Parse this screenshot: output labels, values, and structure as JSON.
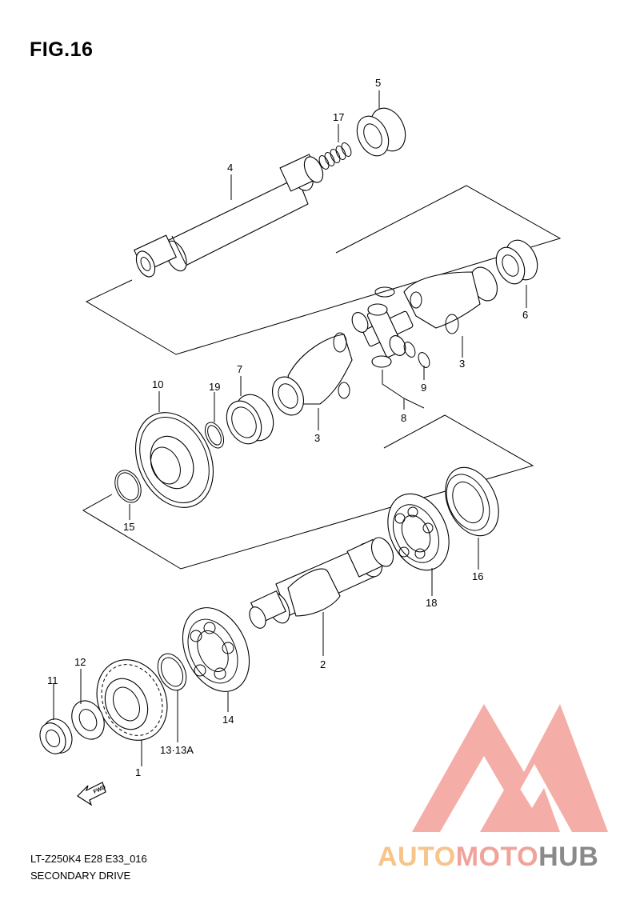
{
  "figure": {
    "title": "FIG.16",
    "model_code": "LT-Z250K4 E28 E33_016",
    "section_name": "SECONDARY DRIVE"
  },
  "fwd_badge": "FWD",
  "callouts": [
    {
      "id": "c1",
      "text": "1"
    },
    {
      "id": "c2",
      "text": "2"
    },
    {
      "id": "c3a",
      "text": "3"
    },
    {
      "id": "c3b",
      "text": "3"
    },
    {
      "id": "c4",
      "text": "4"
    },
    {
      "id": "c5",
      "text": "5"
    },
    {
      "id": "c6",
      "text": "6"
    },
    {
      "id": "c7",
      "text": "7"
    },
    {
      "id": "c8",
      "text": "8"
    },
    {
      "id": "c9",
      "text": "9"
    },
    {
      "id": "c10",
      "text": "10"
    },
    {
      "id": "c11",
      "text": "11"
    },
    {
      "id": "c12",
      "text": "12"
    },
    {
      "id": "c13",
      "text": "13·13A"
    },
    {
      "id": "c14",
      "text": "14"
    },
    {
      "id": "c15",
      "text": "15"
    },
    {
      "id": "c16",
      "text": "16"
    },
    {
      "id": "c17",
      "text": "17"
    },
    {
      "id": "c18",
      "text": "18"
    },
    {
      "id": "c19",
      "text": "19"
    }
  ],
  "watermark": {
    "part1": "AUTO",
    "part2": "MOTO",
    "part3": "HUB",
    "colors": {
      "orange": "#f7c48a",
      "pink": "#f0a39b",
      "gray": "#8a8a8a",
      "logo": "#f2928a"
    }
  }
}
